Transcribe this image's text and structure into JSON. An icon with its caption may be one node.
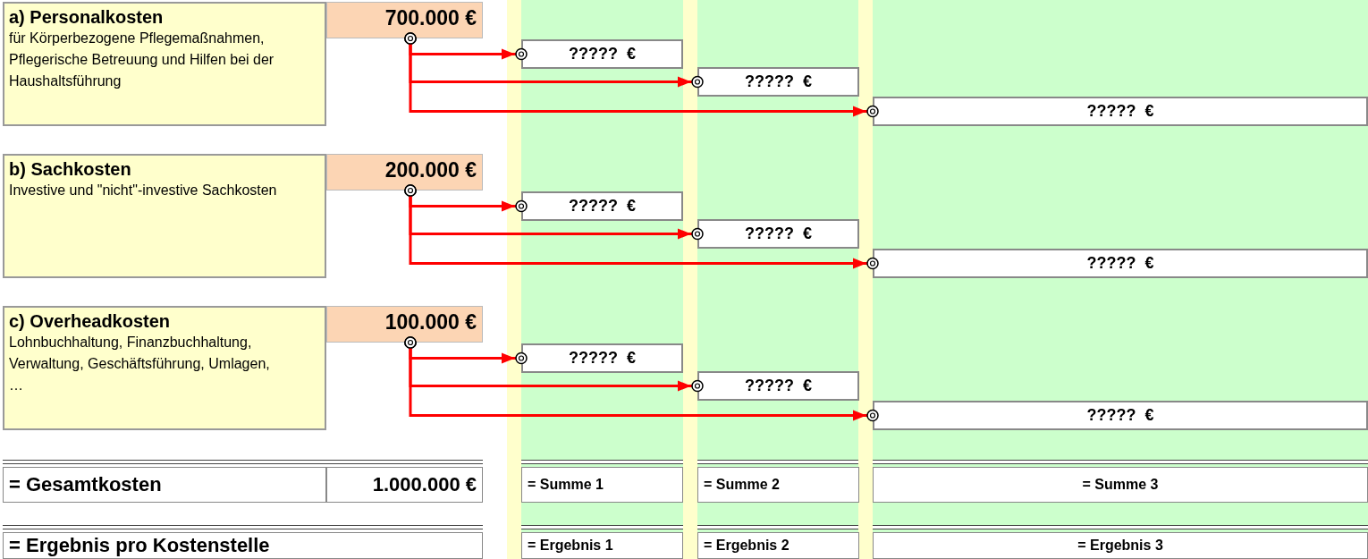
{
  "diagram": {
    "nodes": [
      {
        "text": [
          "a) Personalkosten",
          "für Körperbezogene Pflegemaßnahmen, Pflegerische Betreuung und Hilfen bei der Haushaltsführung"
        ]
      },
      {
        "text": [
          "700.000 €"
        ]
      },
      {
        "text": [
          "?????  €"
        ]
      },
      {
        "text": [
          "?????  €"
        ]
      },
      {
        "text": [
          "?????  €"
        ]
      },
      {
        "text": [
          "b) Sachkosten",
          "Investive und \"nicht\"-investive Sachkosten"
        ]
      },
      {
        "text": [
          "200.000 €"
        ]
      },
      {
        "text": [
          "?????  €"
        ]
      },
      {
        "text": [
          "?????  €"
        ]
      },
      {
        "text": [
          "?????  €"
        ]
      },
      {
        "text": [
          "c) Overheadkosten",
          "Lohnbuchhaltung, Finanzbuchhaltung, Verwaltung, Geschäftsführung, Umlagen, …"
        ]
      },
      {
        "text": [
          "100.000 €"
        ]
      },
      {
        "text": [
          "?????  €"
        ]
      },
      {
        "text": [
          "?????  €"
        ]
      },
      {
        "text": [
          "?????  €"
        ]
      },
      {
        "text": [
          "= Gesamtkosten"
        ]
      },
      {
        "text": [
          "1.000.000 €"
        ]
      },
      {
        "text": [
          "= Summe 1"
        ]
      },
      {
        "text": [
          "= Summe 2"
        ]
      },
      {
        "text": [
          "= Summe 3"
        ]
      },
      {
        "text": [
          "= Ergebnis pro Kostenstelle"
        ]
      },
      {
        "text": [
          "= Ergebnis 1"
        ]
      },
      {
        "text": [
          "= Ergebnis 2"
        ]
      },
      {
        "text": [
          "= Ergebnis 3"
        ]
      }
    ],
    "edges": [
      {
        "from": 1,
        "to": 2,
        "arrow": "to"
      },
      {
        "from": 1,
        "to": 3,
        "arrow": "to"
      },
      {
        "from": 1,
        "to": 4,
        "arrow": "to"
      },
      {
        "from": 6,
        "to": 7,
        "arrow": "to"
      },
      {
        "from": 6,
        "to": 8,
        "arrow": "to"
      },
      {
        "from": 6,
        "to": 9,
        "arrow": "to"
      },
      {
        "from": 11,
        "to": 12,
        "arrow": "to"
      },
      {
        "from": 11,
        "to": 13,
        "arrow": "to"
      },
      {
        "from": 11,
        "to": 14,
        "arrow": "to"
      }
    ]
  }
}
